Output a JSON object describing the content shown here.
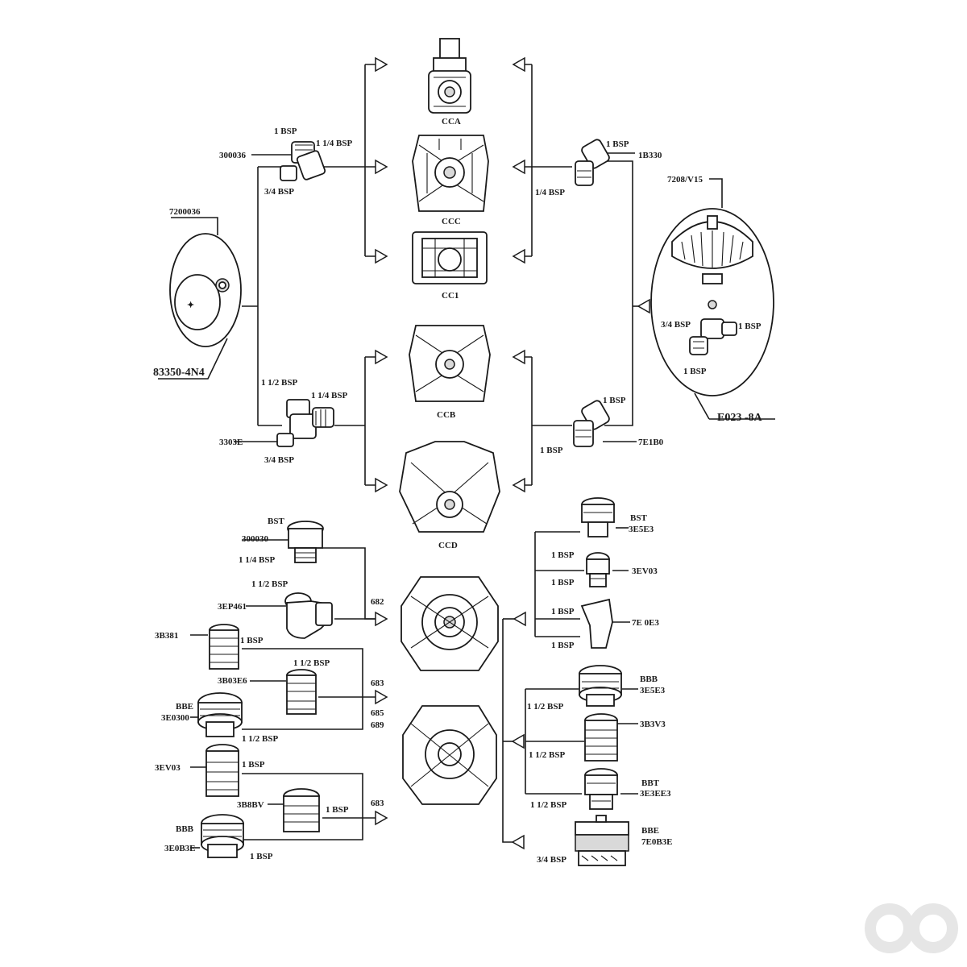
{
  "center_labels": {
    "pump_a": "CCA",
    "pump_b": "CCC",
    "pump_c": "CC1",
    "pump_d": "CCB",
    "pump_e": "CCD",
    "pump_f": "683"
  },
  "left_top": {
    "cover_code": "7200036",
    "cover_code_bottom": "83350-4N4",
    "fitting1_code": "300036",
    "fitting1_label_a": "1 BSP",
    "fitting1_label_b": "1 1/4 BSP",
    "fitting1_label_c": "3/4 BSP",
    "fitting2_code": "3303E",
    "fitting2_label_a": "1 1/2 BSP",
    "fitting2_label_b": "1 1/4 BSP",
    "fitting2_label_c": "3/4 BSP"
  },
  "right_top": {
    "elbow1_label_a": "1 BSP",
    "elbow1_code": "1B330",
    "elbow1_label_b": "1/4 BSP",
    "elbow2_label_a": "1 BSP",
    "elbow2_label_b": "1 BSP",
    "elbow2_code": "7E1B0",
    "dome_code": "7208/V15",
    "dome_label_a": "3/4 BSP",
    "dome_label_b": "1 BSP",
    "dome_label_c": "1 BSP",
    "dome_code_bottom": "E023 -8A"
  },
  "left_bottom": {
    "f1_code_a": "BST",
    "f1_code_b": "300030",
    "f1_label": "1 1/4 BSP",
    "f2_label": "1 1/2 BSP",
    "f2_code": "3EP461",
    "f3_code": "3B381",
    "f3_label": "1 BSP",
    "f4_code": "3B03E6",
    "f4_label": "1 1/2 BSP",
    "f5_code_a": "BBE",
    "f5_code_b": "3E0300",
    "f5_label": "1 1/2 BSP",
    "f6_code": "3EV03",
    "f6_label": "1 BSP",
    "f7_code": "3B8BV",
    "f7_label": "1 BSP",
    "f8_code_a": "BBB",
    "f8_code_b": "3E0B3E",
    "f8_label": "1 BSP",
    "mid_a": "682",
    "mid_b": "683",
    "mid_c": "685",
    "mid_d": "689"
  },
  "right_bottom": {
    "r1_code_a": "BST",
    "r1_code_b": "3E5E3",
    "r1_label": "1 BSP",
    "r2_label": "1 BSP",
    "r2_code": "3EV03",
    "r3_label": "1 BSP",
    "r3_code": "7E 0E3",
    "r3_label_b": "1 BSP",
    "r4_code_a": "BBB",
    "r4_code_b": "3E5E3",
    "r4_label": "1 1/2 BSP",
    "r5_code": "3B3V3",
    "r5_label": "1 1/2 BSP",
    "r6_code_a": "BBT",
    "r6_code_b": "3E3EE3",
    "r6_label": "1 1/2 BSP",
    "r7_code_a": "BBE",
    "r7_code_b": "7E0B3E",
    "r7_label": "3/4 BSP"
  }
}
